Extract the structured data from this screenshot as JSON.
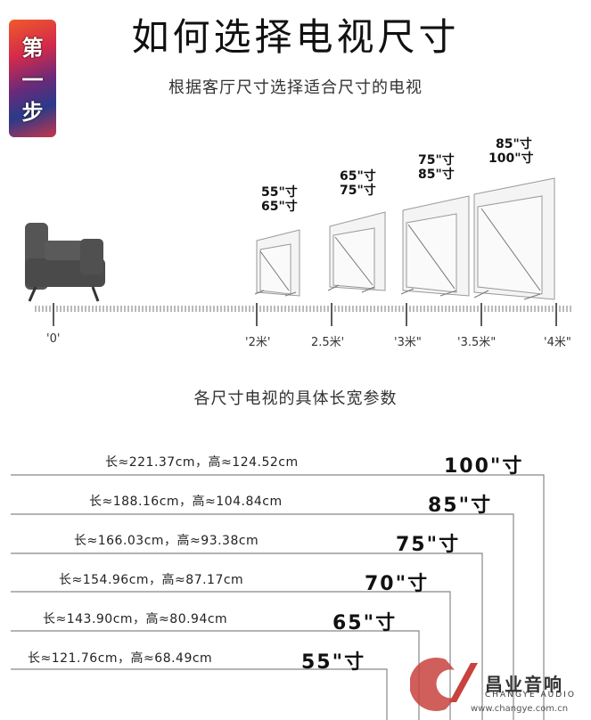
{
  "badge": {
    "chars": [
      "第",
      "一",
      "步"
    ]
  },
  "title": "如何选择电视尺寸",
  "subtitle": "根据客厅尺寸选择适合尺寸的电视",
  "tv_groups": [
    {
      "line1": "55\"寸",
      "line2": "65\"寸"
    },
    {
      "line1": "65\"寸",
      "line2": "75\"寸"
    },
    {
      "line1": "75\"寸",
      "line2": "85\"寸"
    },
    {
      "line1": "85\"寸",
      "line2": "100\"寸"
    }
  ],
  "distance_ticks": [
    "'0'",
    "'2米'",
    "2.5米'",
    "'3米\"",
    "'3.5米\"",
    "'4米\""
  ],
  "section2_title": "各尺寸电视的具体长宽参数",
  "sizes": [
    {
      "dims": "长≈221.37cm，高≈124.52cm",
      "label": "100\"寸"
    },
    {
      "dims": "长≈188.16cm，高≈104.84cm",
      "label": "85\"寸"
    },
    {
      "dims": "长≈166.03cm，高≈93.38cm",
      "label": "75\"寸"
    },
    {
      "dims": "长≈154.96cm，高≈87.17cm",
      "label": "70\"寸"
    },
    {
      "dims": "长≈143.90cm，高≈80.94cm",
      "label": "65\"寸"
    },
    {
      "dims": "长≈121.76cm，高≈68.49cm",
      "label": "55\"寸"
    }
  ],
  "logo": {
    "name": "昌业音响",
    "english": "CHANGYE AUDIO",
    "url": "www.changye.com.cn"
  }
}
